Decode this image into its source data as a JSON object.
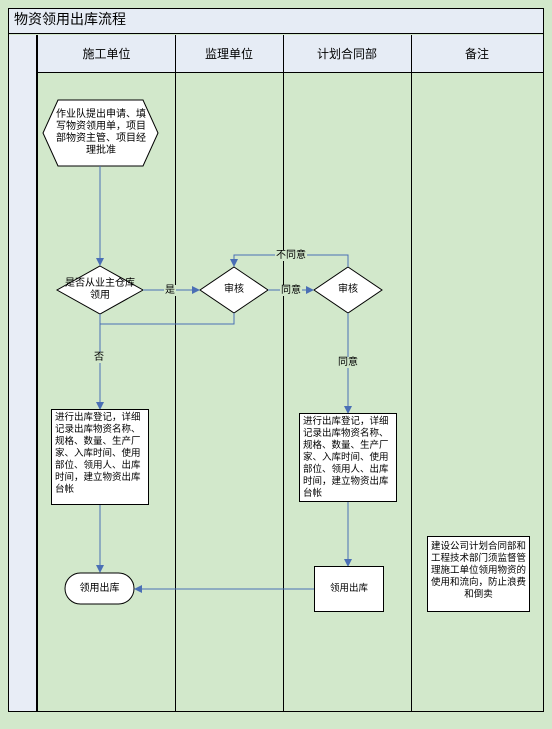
{
  "title": "物资领用出库流程",
  "lanes": [
    "施工单位",
    "监理单位",
    "计划合同部",
    "备注"
  ],
  "nodes": {
    "start": "作业队提出申请、填写物资领用单，项目部物资主管、项目经理批准",
    "decision_owner": "是否从业主仓库领用",
    "review_supervisor": "审核",
    "review_contract": "审核",
    "record_construction": "进行出库登记，详细记录出库物资名称、规格、数量、生产厂家、入库时间、使用部位、领用人、出库时间，建立物资出库台帐",
    "record_contract": "进行出库登记，详细记录出库物资名称、规格、数量、生产厂家、入库时间、使用部位、领用人、出库时间，建立物资出库台帐",
    "issue_contract": "领用出库",
    "issue_end": "领用出库",
    "remark": "建设公司计划合同部和工程技术部门须监督管理施工单位领用物资的使用和流向，防止浪费和倒卖"
  },
  "edge_labels": {
    "yes": "是",
    "no": "否",
    "agree_1": "同意",
    "agree_2": "同意",
    "disagree": "不同意"
  },
  "colors": {
    "background": "#d2e8cb",
    "header": "#e6ecf5",
    "arrow": "#4a6fb5",
    "border": "#000000"
  }
}
